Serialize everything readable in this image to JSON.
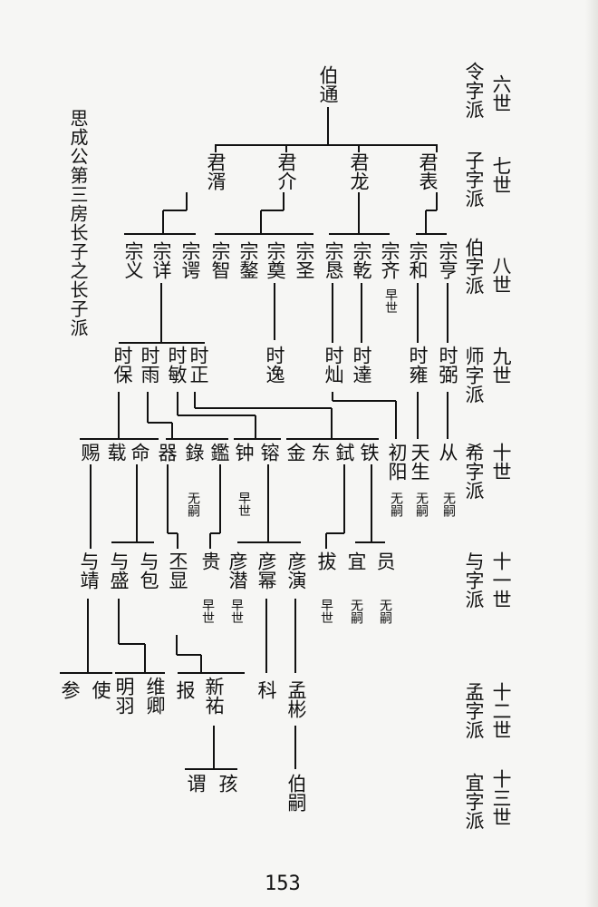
{
  "title": "思成公第三房长子之长子派",
  "page_number": "153",
  "generations": [
    {
      "gen": "六世",
      "pai": "令字派"
    },
    {
      "gen": "七世",
      "pai": "子字派"
    },
    {
      "gen": "八世",
      "pai": "伯字派"
    },
    {
      "gen": "九世",
      "pai": "师字派"
    },
    {
      "gen": "十世",
      "pai": "希字派"
    },
    {
      "gen": "十一世",
      "pai": "与字派"
    },
    {
      "gen": "十二世",
      "pai": "孟字派"
    },
    {
      "gen": "十三世",
      "pai": "宜字派"
    }
  ],
  "notes": {
    "zaoshi": "早世",
    "wusi": "无嗣"
  },
  "persons": {
    "g6": [
      "伯通"
    ],
    "g7": [
      "君湑",
      "君介",
      "君龙",
      "君表"
    ],
    "g8": [
      "宗义",
      "宗详",
      "宗谔",
      "宗智",
      "宗鏊",
      "宗奠",
      "宗圣",
      "宗恳",
      "宗乾",
      "宗齐",
      "宗和",
      "宗亨"
    ],
    "g9": [
      "时保",
      "时雨",
      "时敏",
      "时正",
      "时逸",
      "时灿",
      "时達",
      "时雍",
      "时弼"
    ],
    "g10": [
      "赐",
      "载",
      "命",
      "器",
      "錄",
      "鑑",
      "钟",
      "镕",
      "金",
      "东",
      "鉽",
      "铁",
      "初阳",
      "天生",
      "从"
    ],
    "g11": [
      "与靖",
      "与盛",
      "与包",
      "丕显",
      "贵",
      "彦潜",
      "彦幂",
      "彦演",
      "拔",
      "宜",
      "员"
    ],
    "g12": [
      "参",
      "使",
      "明羽",
      "维卿",
      "报",
      "新祐",
      "科",
      "孟彬"
    ],
    "g13": [
      "谓",
      "孩",
      "伯嗣"
    ]
  }
}
